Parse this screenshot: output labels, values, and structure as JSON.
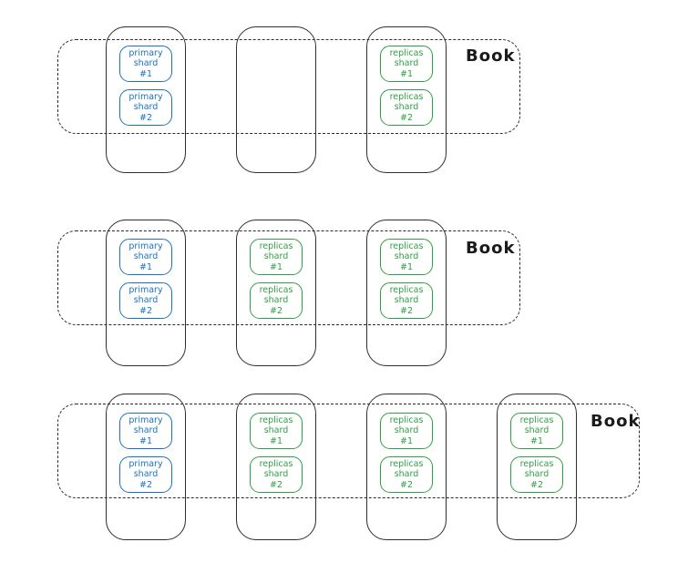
{
  "colors": {
    "primary": "#1971c2",
    "replica": "#2f9e44",
    "outline": "#2c2e30",
    "boundary": "#2a2a2a",
    "label": "#1b1b1b"
  },
  "rows": [
    {
      "book_label": "Book",
      "nodes": [
        {
          "shards": [
            {
              "type": "primary",
              "label": "primary\nshard\n#1"
            },
            {
              "type": "primary",
              "label": "primary\nshard\n#2"
            }
          ]
        },
        {
          "shards": []
        },
        {
          "shards": [
            {
              "type": "replica",
              "label": "replicas\nshard\n#1"
            },
            {
              "type": "replica",
              "label": "replicas\nshard\n#2"
            }
          ]
        }
      ]
    },
    {
      "book_label": "Book",
      "nodes": [
        {
          "shards": [
            {
              "type": "primary",
              "label": "primary\nshard\n#1"
            },
            {
              "type": "primary",
              "label": "primary\nshard\n#2"
            }
          ]
        },
        {
          "shards": [
            {
              "type": "replica",
              "label": "replicas\nshard\n#1"
            },
            {
              "type": "replica",
              "label": "replicas\nshard\n#2"
            }
          ]
        },
        {
          "shards": [
            {
              "type": "replica",
              "label": "replicas\nshard\n#1"
            },
            {
              "type": "replica",
              "label": "replicas\nshard\n#2"
            }
          ]
        }
      ]
    },
    {
      "book_label": "Book",
      "nodes": [
        {
          "shards": [
            {
              "type": "primary",
              "label": "primary\nshard\n#1"
            },
            {
              "type": "primary",
              "label": "primary\nshard\n#2"
            }
          ]
        },
        {
          "shards": [
            {
              "type": "replica",
              "label": "replicas\nshard\n#1"
            },
            {
              "type": "replica",
              "label": "replicas\nshard\n#2"
            }
          ]
        },
        {
          "shards": [
            {
              "type": "replica",
              "label": "replicas\nshard\n#1"
            },
            {
              "type": "replica",
              "label": "replicas\nshard\n#2"
            }
          ]
        },
        {
          "shards": [
            {
              "type": "replica",
              "label": "replicas\nshard\n#1"
            },
            {
              "type": "replica",
              "label": "replicas\nshard\n#2"
            }
          ]
        }
      ]
    }
  ]
}
